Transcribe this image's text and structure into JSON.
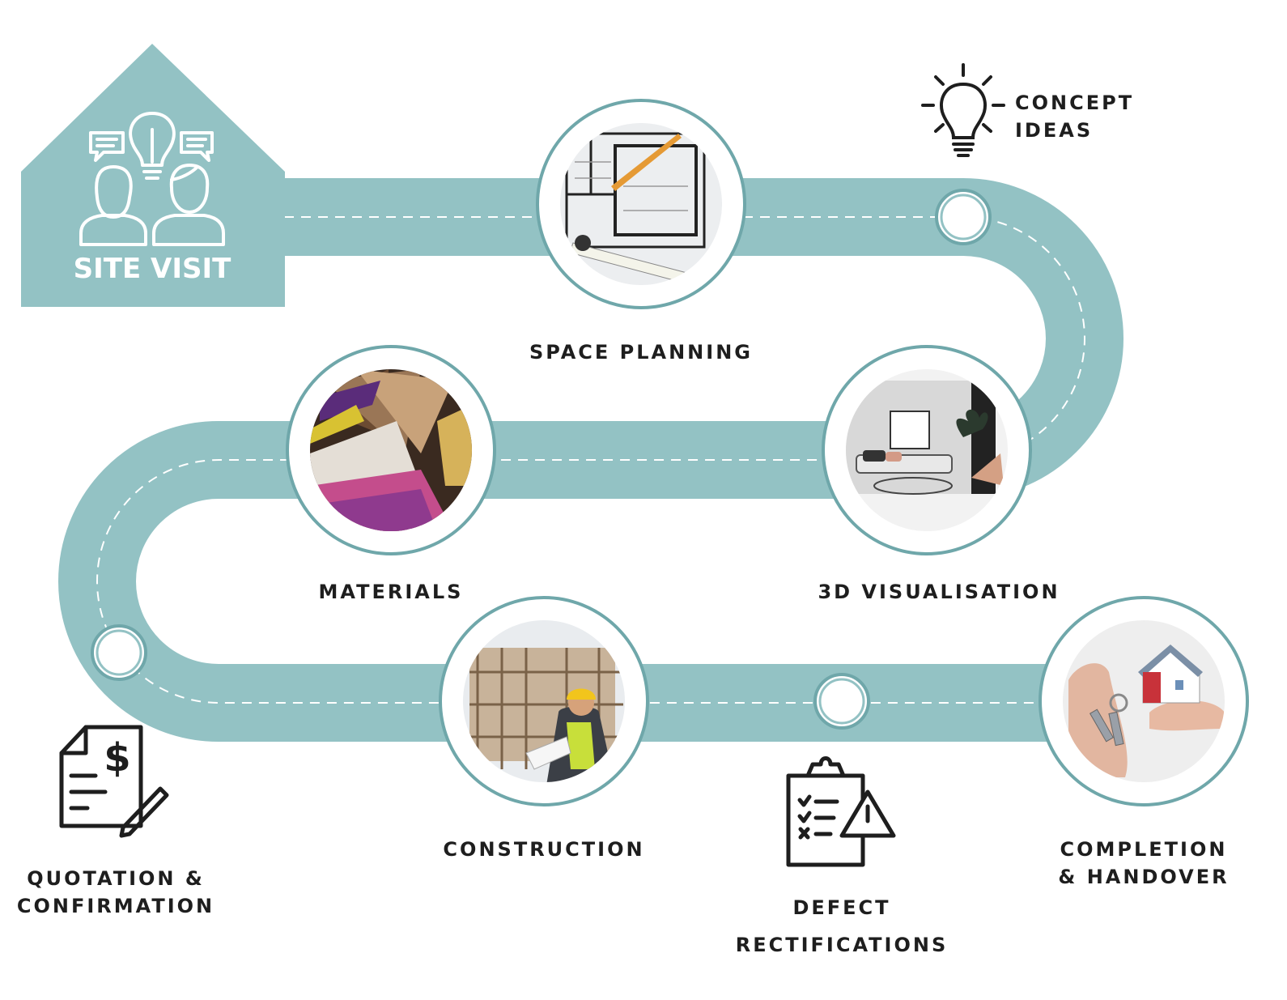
{
  "colors": {
    "road": "#93c2c4",
    "circle_ring": "#6fa7aa",
    "house": "#93c2c4",
    "text": "#1e1e1e",
    "white": "#ffffff"
  },
  "steps": {
    "site_visit": {
      "label": "SITE VISIT",
      "icon": "people-idea-icon"
    },
    "space_planning": {
      "label": "SPACE PLANNING",
      "image": "floor-plan-sketch"
    },
    "concept_ideas": {
      "line1": "CONCEPT",
      "line2": "IDEAS",
      "icon": "lightbulb-icon"
    },
    "visualisation": {
      "label": "3D VISUALISATION",
      "image": "living-room-sketch"
    },
    "materials": {
      "label": "MATERIALS",
      "image": "material-swatches"
    },
    "quotation": {
      "line1": "QUOTATION &",
      "line2": "CONFIRMATION",
      "icon": "invoice-pen-icon"
    },
    "construction": {
      "label": "CONSTRUCTION",
      "image": "construction-site"
    },
    "defect": {
      "line1": "DEFECT",
      "line2": "RECTIFICATIONS",
      "icon": "checklist-warning-icon"
    },
    "completion": {
      "line1": "COMPLETION",
      "line2": "& HANDOVER",
      "image": "house-keys"
    }
  }
}
